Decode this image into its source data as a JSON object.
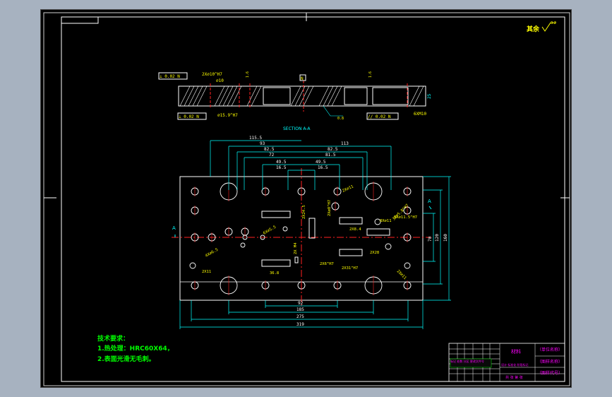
{
  "colors": {
    "background": "#000000",
    "frame": "#ffffff",
    "part": "#ffffff",
    "dimension": "#00ffff",
    "annotation": "#ffff00",
    "centerline": "#ff2020",
    "title_block": "#ff00ff",
    "dark_rect": "#00cc00"
  },
  "roughness": {
    "label": "其余",
    "value": "3.2"
  },
  "section": {
    "label": "SECTION A-A",
    "flatness_left_top": "⊥ 0.02 N",
    "flatness_left_bottom": "⊥ 0.02 N",
    "parallel_right": "// 0.02 N",
    "datum": "N",
    "hole_top_label": "2X⌀10^H7",
    "hole_small_label": "⌀10",
    "hole_bottom_label": "⌀15.9^H7",
    "slot_right_label": "6XM10",
    "depth_label": "25",
    "roughness_marks": [
      "1.6",
      "0.8",
      "1.6"
    ]
  },
  "plan": {
    "side_marker_left": "A",
    "side_marker_right": "A",
    "top_dims": [
      "115.5",
      "93",
      "82.5",
      "72",
      "49.5",
      "16.5",
      "113",
      "82.5",
      "81.5",
      "49.5",
      "16.5"
    ],
    "bottom_dims": [
      "92",
      "185",
      "275",
      "319"
    ],
    "right_dims": [
      "70",
      "120",
      "160"
    ],
    "callouts": [
      "2X⌀11",
      "2X⌀8^H7",
      "2X24.5",
      "2X M4",
      "6X⌀5.5",
      "4X⌀6.5",
      "3X⌀5.8^H7",
      "8X⌀11.5^H7",
      "2X11",
      "2X⌀11",
      "2X6^H7",
      "2X28",
      "2X31^H7",
      "2X8.4",
      "36.8",
      "8X⌀11"
    ]
  },
  "notes": {
    "title": "技术要求：",
    "line1": "1.热处理：HRC60X64，",
    "line2": "2.表面光滑无毛刺。"
  },
  "title_block": {
    "material": "材料",
    "cell_name": "（单位名称）",
    "cell_drawing": "（图样名称）",
    "cell_code": "（图样代号）",
    "scale_row": "标记 处数 分区 更改文件号",
    "signature_row": "设计 标准化 阶段标记",
    "bottom_row": "共 张 第 张"
  }
}
